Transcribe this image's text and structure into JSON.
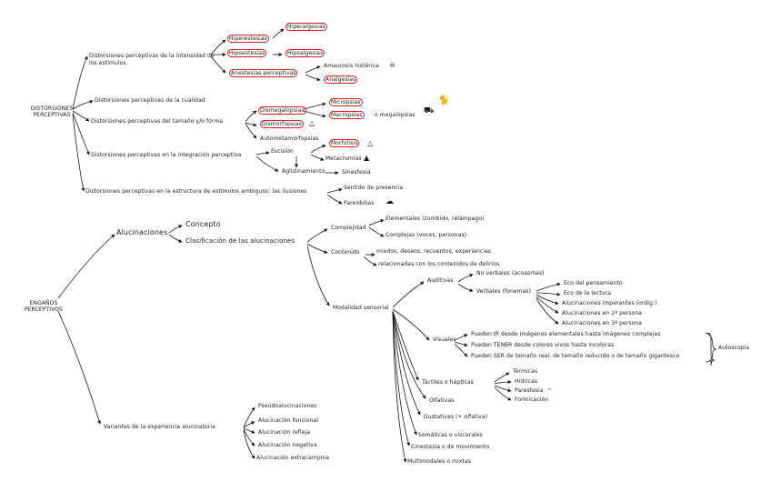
{
  "colors": {
    "ink": "#1a1a1a",
    "highlight": "#e02020",
    "background": "#ffffff"
  },
  "icons": [
    "skull-icon",
    "triangle-outline-icon",
    "triangle-filled-icon",
    "cat-icon",
    "car-icon",
    "cloud-icon",
    "squiggle-icon"
  ],
  "distorsiones": {
    "root": "DISTORSIONES PERCEPTIVAS",
    "intensidad": "Distorsiones perceptivas de la intensidad de los estímulos",
    "hiperestesias": "Hiperestesias",
    "hiperalgesias": "Hiperalgesias",
    "hipoestesias": "Hipoestesias",
    "hipoalgesias": "Hipoalgesias",
    "anestesias": "Anestesias perceptivas",
    "amaurosis": "Amaurosis histérica",
    "analgesias": "Analgesias",
    "cualidad": "Distorsiones perceptivas de la cualidad",
    "tamano_forma": "Distorsiones perceptivas del tamaño y/o forma",
    "dismegalopsias": "Dismegalopsias",
    "micropsias": "Micropsias",
    "macropsias": "Macropsias",
    "o_megalopsias": "o megalopsias",
    "dismorfopsias": "Dismorfopsias",
    "autometamorfopsias": "Autometamorfopsias",
    "integracion": "Distorsiones perceptivas en la integración perceptiva",
    "escision": "Escisión",
    "morfolisis": "Morfolisis",
    "metacromias": "Metacromías",
    "aglutinamiento": "Aglutinamiento",
    "sinestesia": "Sinestesia",
    "ambiguos": "Distorsiones perceptivas en la estructura de estímulos ambiguos: las ilusiones",
    "sentido_presencia": "Sentido de presencia",
    "pareidolias": "Pareidolias"
  },
  "enganos": {
    "root": "ENGAÑOS PERCEPTIVOS",
    "alucinaciones": "Alucinaciones",
    "concepto": "Concepto",
    "clasificacion": "Clasificación de las alucinaciones",
    "complejidad": "Complejidad",
    "elementales": "Elementales (zumbido, relámpago)",
    "complejas": "Complejas (voces, personas)",
    "contenido": "Contenido",
    "contenido_text1": "miedos, deseos, recuerdos, experiencias",
    "contenido_text2": "relacionadas con los contenidos de delirios",
    "modalidad": "Modalidad sensorial",
    "auditivas": "Auditivas",
    "no_verbales": "No verbales (acoasmas)",
    "verbales": "Verbales (fonemas)",
    "eco_pensamiento": "Eco del pensamiento",
    "eco_lectura": "Eco de la lectura",
    "alucinaciones_imperantes": "Alucinaciones imperantes (ordig.)",
    "segunda_persona": "Alucinaciones en 2ª persona",
    "tercera_persona": "Alucinaciones en 3ª persona",
    "visuales": "Visuales",
    "vis1": "Pueden IR desde imágenes elementales hasta imágenes complejas",
    "vis2": "Pueden TENER desde colores vivos hasta incoloras",
    "vis3": "Pueden SER de tamaño real, de tamaño reducido o de tamaño gigantesco",
    "autoscopia": "Autoscopia",
    "tactiles": "Táctiles o hápticas",
    "termicas": "Térmicas",
    "hidricas": "Hídricas",
    "parestesia": "Parestesia",
    "formicacion": "Formicación",
    "olfativas": "Olfativas",
    "gustativas": "Gustativas (+ olfativa)",
    "somaticas": "Somáticas o viscerales",
    "cinestesia": "Cinestesia o de movimiento",
    "multimodales": "Multimodales o mixtas",
    "variantes": "Variantes de la experiencia alucinatoria",
    "pseudo": "Pseudoalucinaciones",
    "funcional": "Alucinación funcional",
    "refleja": "Alucinación refleja",
    "negativa": "Alucinación negativa",
    "extracampina": "Alucinación extracampina"
  }
}
